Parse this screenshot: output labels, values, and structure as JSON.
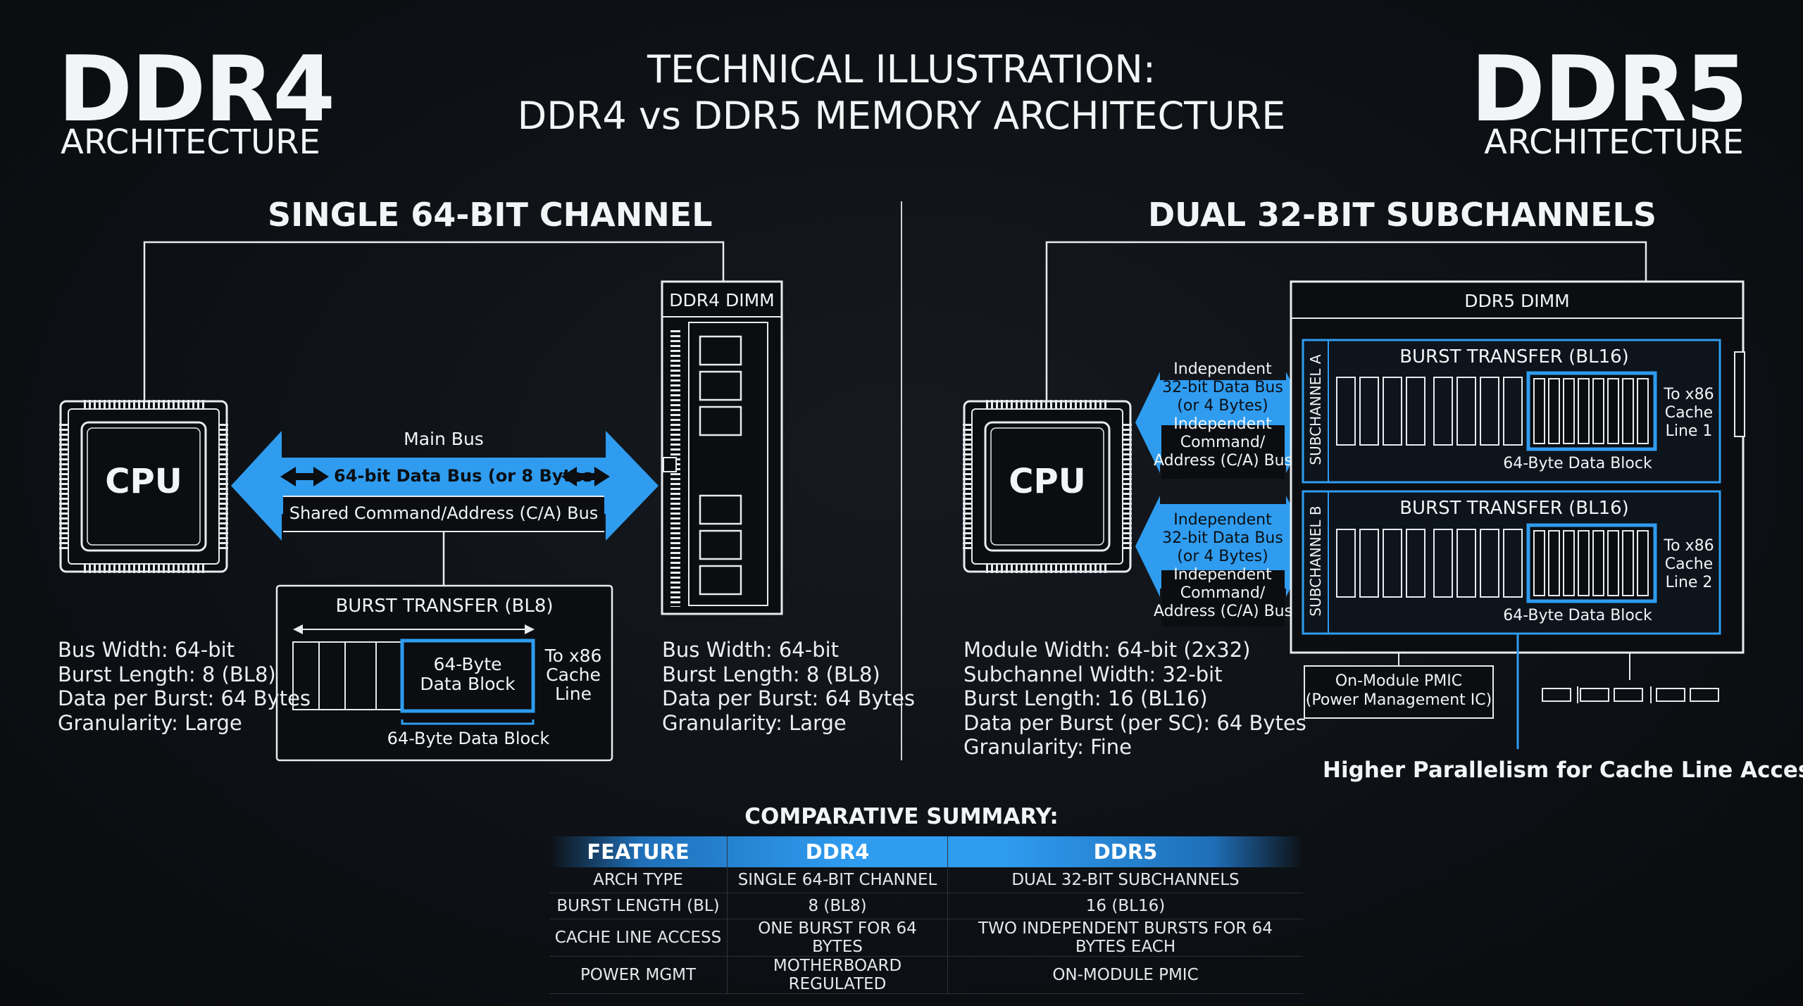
{
  "header": {
    "left_big": "DDR4",
    "left_sub": "ARCHITECTURE",
    "right_big": "DDR5",
    "right_sub": "ARCHITECTURE",
    "title_line1": "TECHNICAL ILLUSTRATION:",
    "title_line2": "DDR4 vs DDR5 MEMORY ARCHITECTURE"
  },
  "ddr4": {
    "section_title": "SINGLE 64-BIT CHANNEL",
    "cpu_label": "CPU",
    "dimm_label": "DDR4 DIMM",
    "main_bus": "Main Bus",
    "data_bus": "64-bit Data Bus (or 8 Bytes)",
    "ca_bus": "Shared Command/Address (C/A) Bus",
    "burst_title": "BURST TRANSFER (BL8)",
    "block_line1": "64-Byte",
    "block_line2": "Data Block",
    "cache_line": [
      "To x86",
      "Cache",
      "Line"
    ],
    "block_caption": "64-Byte Data Block",
    "cpu_specs": [
      "Bus Width: 64-bit",
      "Burst Length: 8 (BL8)",
      "Data per Burst: 64 Bytes",
      "Granularity: Large"
    ],
    "dimm_specs": [
      "Bus Width: 64-bit",
      "Burst Length: 8 (BL8)",
      "Data per Burst: 64 Bytes",
      "Granularity: Large"
    ]
  },
  "ddr5": {
    "section_title": "DUAL 32-BIT SUBCHANNELS",
    "cpu_label": "CPU",
    "dimm_label": "DDR5 DIMM",
    "bus_a": [
      "Independent",
      "32-bit Data Bus",
      "(or 4 Bytes)",
      "Independent",
      "Command/",
      "Address (C/A) Bus"
    ],
    "bus_b": [
      "Independent",
      "32-bit Data Bus",
      "(or 4 Bytes)",
      "Independent",
      "Command/",
      "Address (C/A) Bus"
    ],
    "subchannel_a": "SUBCHANNEL A",
    "subchannel_b": "SUBCHANNEL B",
    "burst_a_title": "BURST TRANSFER (BL16)",
    "burst_b_title": "BURST TRANSFER (BL16)",
    "cache_a": [
      "To x86",
      "Cache",
      "Line 1"
    ],
    "cache_b": [
      "To x86",
      "Cache",
      "Line 2"
    ],
    "block_a_caption": "64-Byte Data Block",
    "block_b_caption": "64-Byte Data Block",
    "pmic": [
      "On-Module PMIC",
      "(Power Management IC)"
    ],
    "parallelism": "Higher Parallelism for Cache Line Access",
    "specs": [
      "Module Width: 64-bit (2x32)",
      "Subchannel Width: 32-bit",
      "Burst Length: 16 (BL16)",
      "Data per Burst (per SC): 64 Bytes",
      "Granularity: Fine"
    ]
  },
  "summary": {
    "title": "COMPARATIVE SUMMARY:",
    "headers": [
      "FEATURE",
      "DDR4",
      "DDR5"
    ],
    "rows": [
      [
        "ARCH TYPE",
        "SINGLE 64-BIT CHANNEL",
        "DUAL 32-BIT SUBCHANNELS"
      ],
      [
        "BURST LENGTH (BL)",
        "8 (BL8)",
        "16 (BL16)"
      ],
      [
        "CACHE LINE ACCESS",
        "ONE BURST FOR 64 BYTES",
        "TWO INDEPENDENT BURSTS FOR 64 BYTES EACH"
      ],
      [
        "POWER MGMT",
        "MOTHERBOARD REGULATED",
        "ON-MODULE PMIC"
      ]
    ]
  },
  "colors": {
    "accent": "#2f9cf0",
    "background": "#0d1014",
    "line": "#e8ebee"
  }
}
